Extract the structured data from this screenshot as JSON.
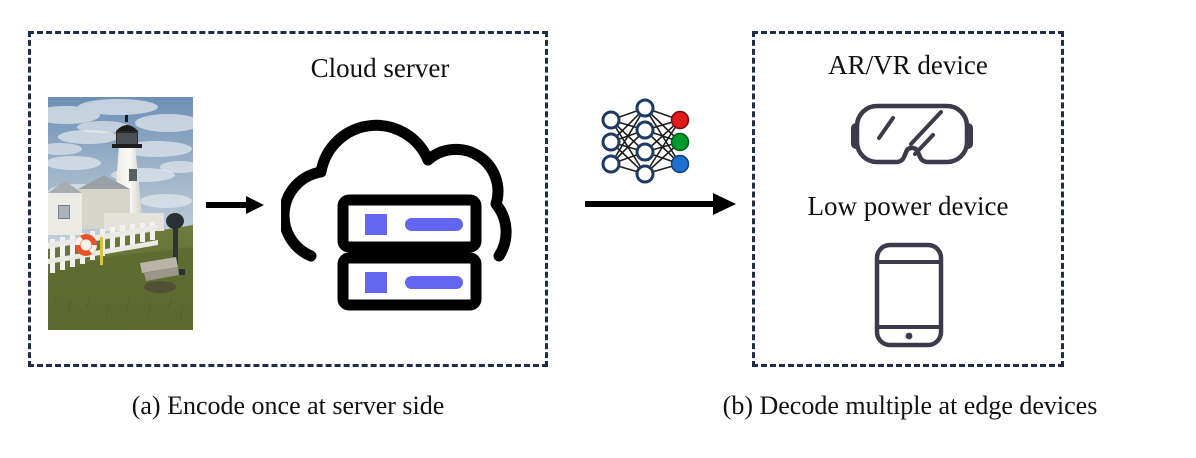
{
  "figure": {
    "background_color": "#ffffff",
    "panel_border_color": "#1f2d4d",
    "accent_blue": "#6366f1",
    "device_outline_color": "#3d3a4b",
    "arrow_color": "#000000",
    "node_outline_color": "#1f3a63"
  },
  "panels": {
    "left": {
      "caption": "(a) Encode once at server side",
      "heading": "Cloud server",
      "photo_alt": "lighthouse",
      "icons": {
        "source_image": "photo-lighthouse",
        "arrow": "arrow-right-icon",
        "server": "cloud-server-icon"
      }
    },
    "right": {
      "caption": "(b) Decode multiple at edge devices",
      "headings": {
        "arvr": "AR/VR device",
        "lowpower": "Low power device"
      },
      "icons": {
        "arvr": "vr-goggles-icon",
        "lowpower": "smartphone-icon"
      }
    }
  },
  "connector": {
    "neural_network_icon": "neural-network-icon",
    "arrow_icon": "arrow-right-icon",
    "network_layers": [
      3,
      4,
      3
    ],
    "output_node_colors": [
      "#e01b1b",
      "#00992e",
      "#1f6fd0"
    ]
  }
}
